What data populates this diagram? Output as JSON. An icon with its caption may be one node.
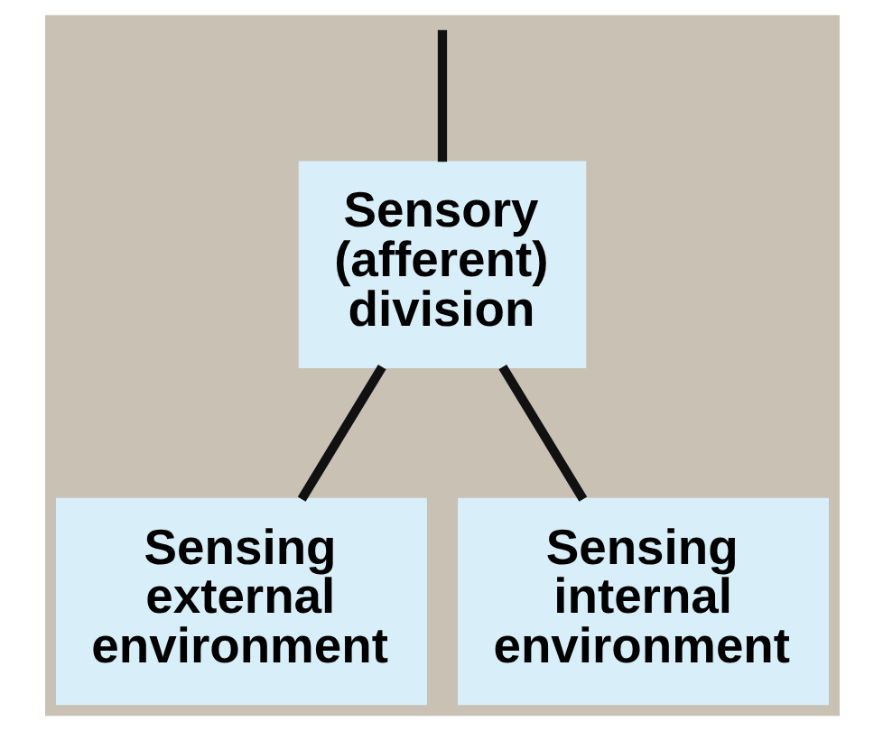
{
  "diagram": {
    "nodes": [
      {
        "text": [
          "Sensory (afferent) division"
        ]
      },
      {
        "text": [
          "Sensing external environment"
        ]
      },
      {
        "text": [
          "Sensing internal environment"
        ]
      }
    ],
    "edges": [
      {
        "from": null,
        "to": 0,
        "arrow": "none"
      },
      {
        "from": 0,
        "to": 1,
        "arrow": "none"
      },
      {
        "from": 0,
        "to": 2,
        "arrow": "none"
      }
    ]
  }
}
